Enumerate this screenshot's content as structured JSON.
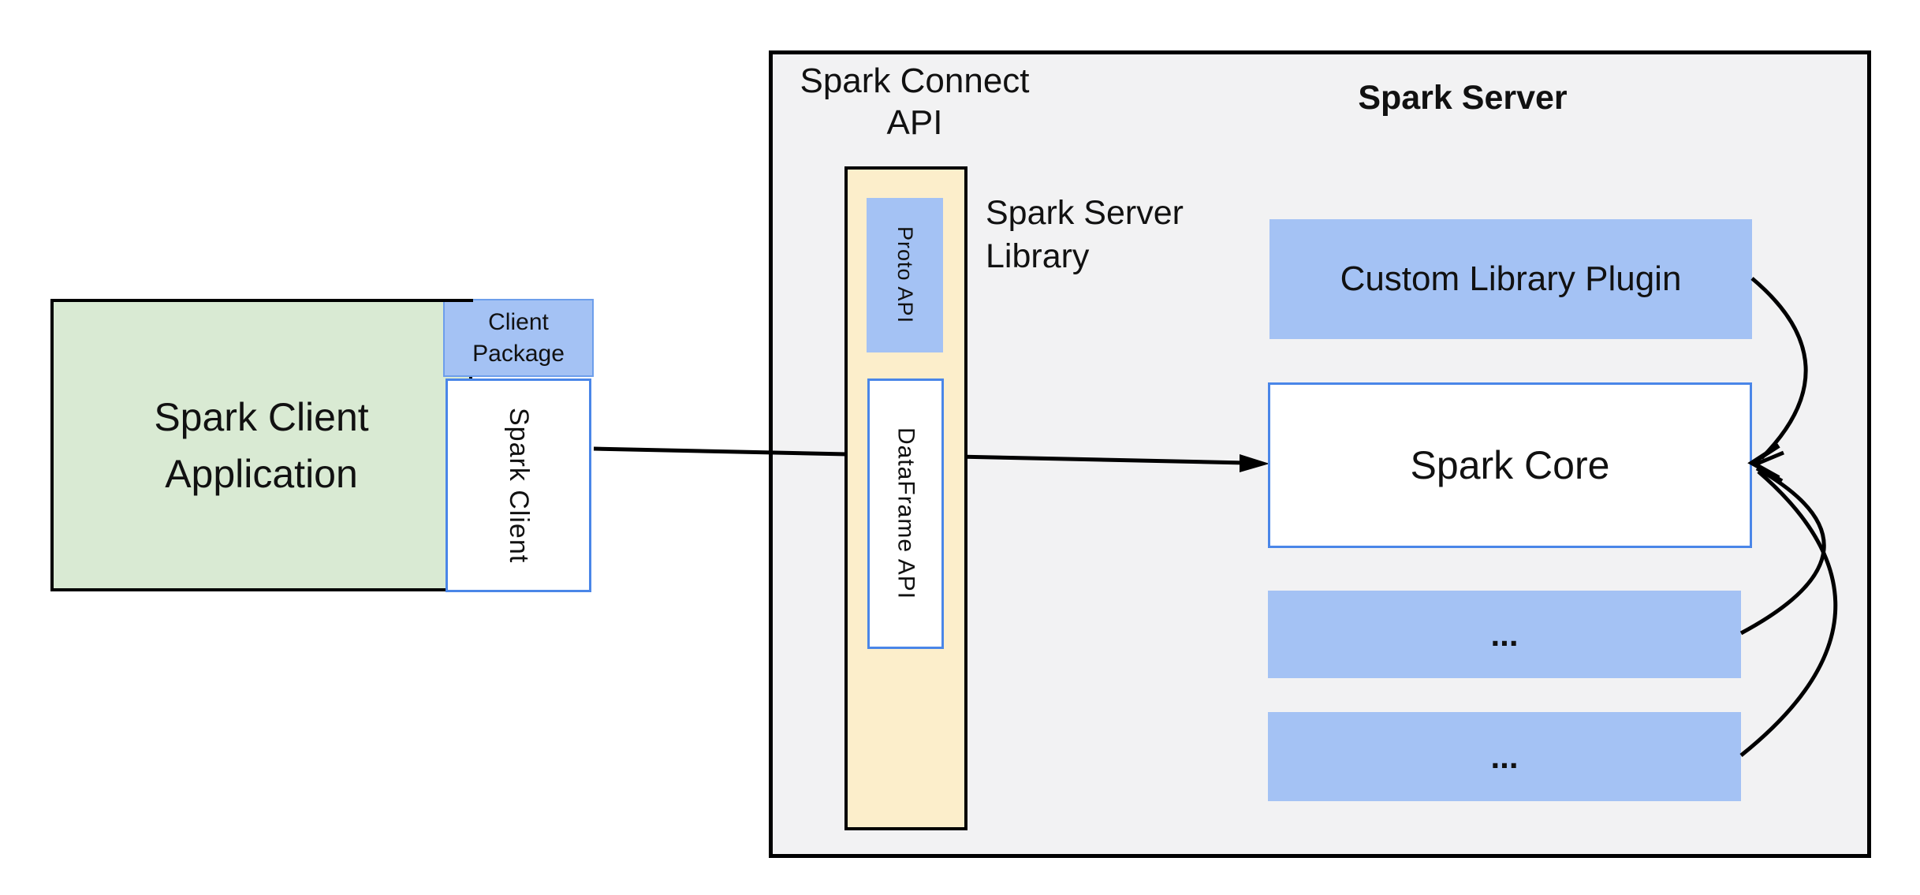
{
  "colors": {
    "green_fill": "#d9ead3",
    "blue_fill": "#a4c2f4",
    "yellow_fill": "#fceecb",
    "gray_fill": "#f2f2f3",
    "box_border_blue": "#4a86e8",
    "line_black": "#000000"
  },
  "client_application": {
    "line1": "Spark Client",
    "line2": "Application"
  },
  "client_package": {
    "line1": "Client",
    "line2": "Package"
  },
  "spark_client_box": {
    "label": "Spark Client"
  },
  "spark_connect_api": {
    "line1": "Spark Connect",
    "line2": "API"
  },
  "spark_server_library": {
    "line1": "Spark Server",
    "line2": "Library"
  },
  "spark_server": {
    "title": "Spark Server"
  },
  "proto_api": {
    "label": "Proto API"
  },
  "dataframe_api": {
    "label": "DataFrame API"
  },
  "custom_library_plugin": {
    "label": "Custom Library Plugin"
  },
  "spark_core": {
    "label": "Spark Core"
  },
  "plugin_placeholder_1": {
    "label": "..."
  },
  "plugin_placeholder_2": {
    "label": "..."
  }
}
